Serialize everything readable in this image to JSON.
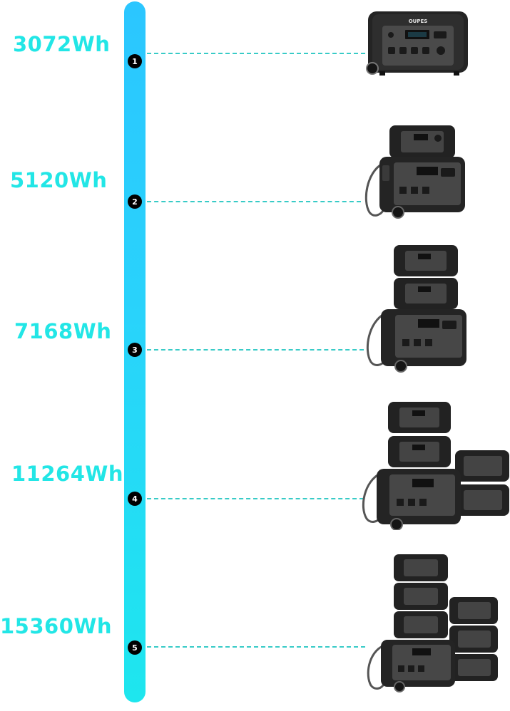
{
  "tiers": [
    {
      "step": "1",
      "capacity": "3072Wh"
    },
    {
      "step": "2",
      "capacity": "5120Wh"
    },
    {
      "step": "3",
      "capacity": "7168Wh"
    },
    {
      "step": "4",
      "capacity": "11264Wh"
    },
    {
      "step": "5",
      "capacity": "15360Wh"
    }
  ],
  "brand_logo": "OUPES",
  "colors": {
    "timeline": "#29d3fb",
    "label": "#22e6e6",
    "connector": "#38cbc7",
    "marker": "#000000"
  }
}
